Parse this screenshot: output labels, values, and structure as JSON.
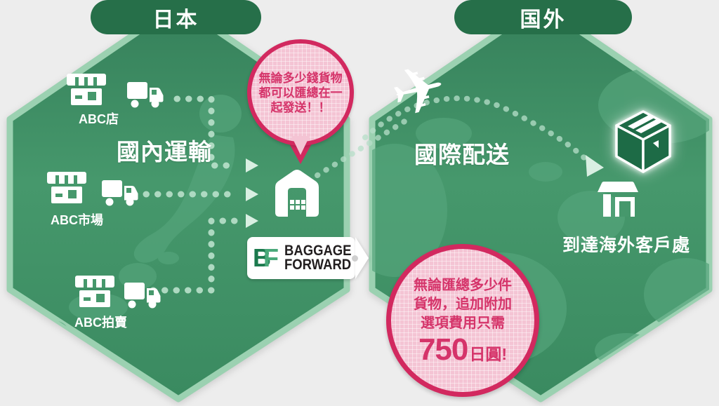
{
  "japan": {
    "badge": "日本",
    "transport_label": "國內運輸",
    "stores": [
      {
        "label": "ABC店"
      },
      {
        "label": "ABC市場"
      },
      {
        "label": "ABC拍賣"
      }
    ],
    "bubble": {
      "line1": "無論多少錢貨物",
      "line2": "都可以匯總在一",
      "line3": "起發送！！"
    },
    "logo": {
      "mark_b": "B",
      "mark_f": "F",
      "line1": "BAGGAGE",
      "line2": "FORWARD"
    }
  },
  "overseas": {
    "badge": "国外",
    "delivery_label": "國際配送",
    "destination_label": "到達海外客戶處",
    "promo": {
      "line1": "無論匯總多少件",
      "line2": "貨物，追加附加",
      "line3": "選項費用只需",
      "price": "750",
      "price_suffix": "日圓!"
    }
  },
  "icons": {
    "plane_glyph": "✈"
  },
  "colors": {
    "background": "#ededed",
    "hexagon_fill_top": "#35805a",
    "hexagon_fill_mid": "#46986c",
    "hexagon_fill_bottom": "#3a8a60",
    "hexagon_border": "#9bd1b1",
    "map_shape": "#55a47b",
    "badge_green": "#266f49",
    "accent_pink": "#d2295f",
    "pink_fill": "#f4c4d4",
    "dot_green": "#b7dfc9",
    "logo_dark_green": "#1c7a4e",
    "logo_light_green": "#4aa97a"
  }
}
